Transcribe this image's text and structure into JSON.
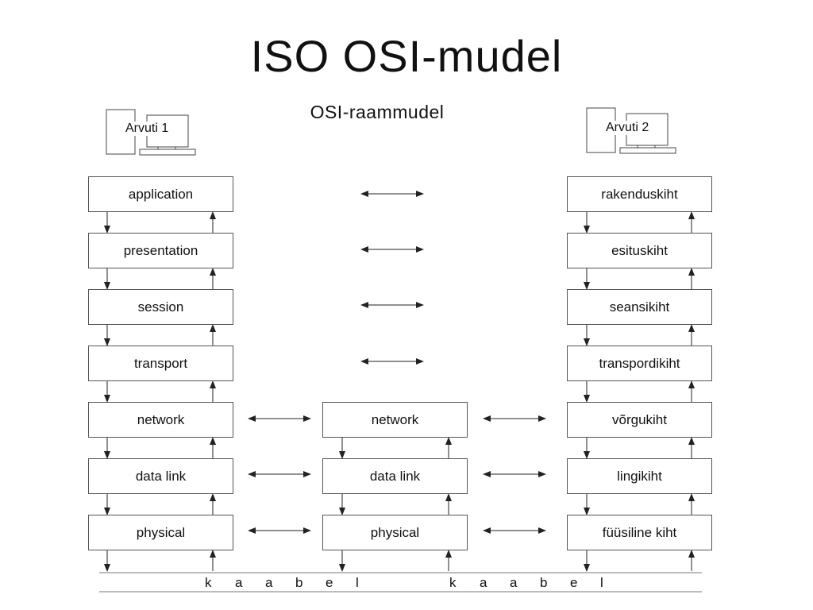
{
  "title": "ISO  OSI-mudel",
  "subtitle": "OSI-raammudel",
  "computers": {
    "left": "Arvuti 1",
    "right": "Arvuti 2"
  },
  "left_stack": [
    "application",
    "presentation",
    "session",
    "transport",
    "network",
    "data link",
    "physical"
  ],
  "middle_stack": [
    "network",
    "data link",
    "physical"
  ],
  "right_stack": [
    "rakenduskiht",
    "esituskiht",
    "seansikiht",
    "transpordikiht",
    "võrgukiht",
    "lingikiht",
    "füüsiline kiht"
  ],
  "cable": {
    "left": [
      "k",
      "a",
      "a",
      "b",
      "e",
      "l"
    ],
    "right": [
      "k",
      "a",
      "a",
      "b",
      "e",
      "l"
    ]
  }
}
